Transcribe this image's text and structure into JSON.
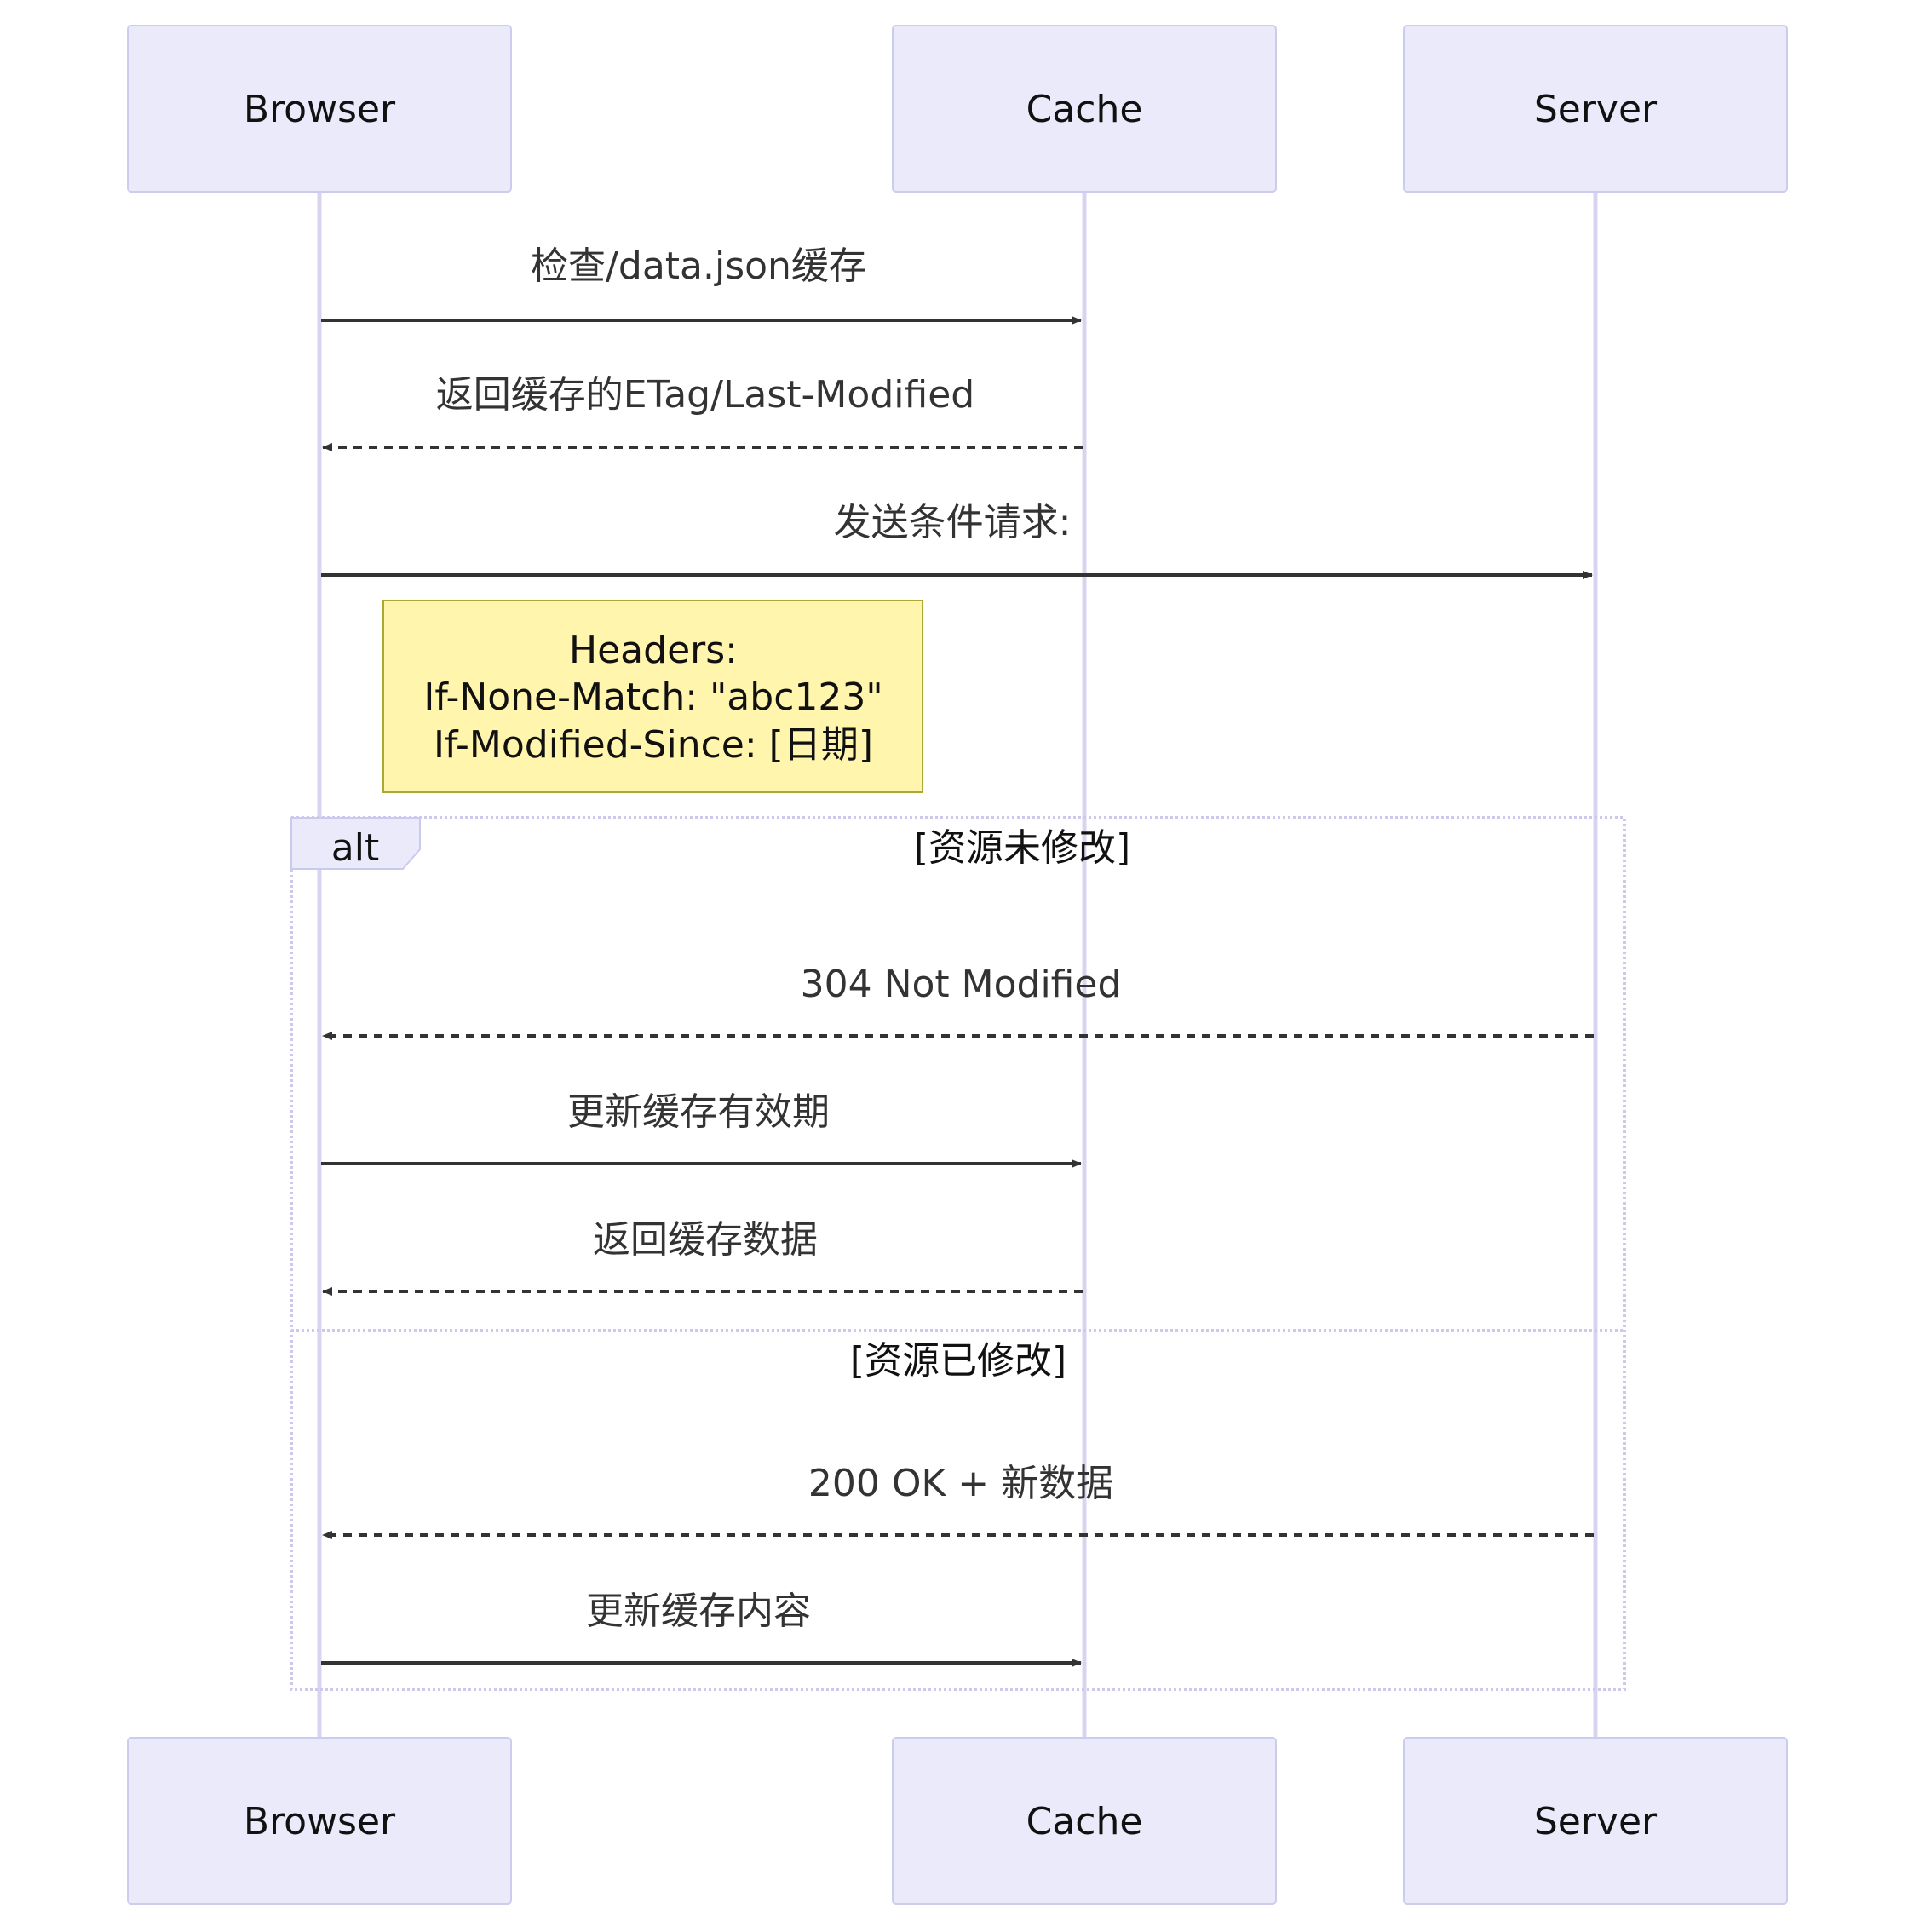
{
  "participants": {
    "browser": "Browser",
    "cache": "Cache",
    "server": "Server"
  },
  "messages": [
    {
      "from": "browser",
      "to": "cache",
      "text": "检查/data.json缓存",
      "style": "solid"
    },
    {
      "from": "cache",
      "to": "browser",
      "text": "返回缓存的ETag/Last-Modified",
      "style": "dashed"
    },
    {
      "from": "browser",
      "to": "server",
      "text": "发送条件请求:",
      "style": "solid"
    },
    {
      "from": "server",
      "to": "browser",
      "text": "304 Not Modified",
      "style": "dashed"
    },
    {
      "from": "browser",
      "to": "cache",
      "text": "更新缓存有效期",
      "style": "solid"
    },
    {
      "from": "cache",
      "to": "browser",
      "text": "返回缓存数据",
      "style": "dashed"
    },
    {
      "from": "server",
      "to": "browser",
      "text": "200 OK + 新数据",
      "style": "dashed"
    },
    {
      "from": "browser",
      "to": "cache",
      "text": "更新缓存内容",
      "style": "solid"
    }
  ],
  "note": {
    "lines": [
      "Headers:",
      "If-None-Match: \"abc123\"",
      "If-Modified-Since: [日期]"
    ]
  },
  "alt_frame": {
    "keyword": "alt",
    "condition_1": "[资源未修改]",
    "condition_2": "[资源已修改]"
  },
  "colors": {
    "actor_fill": "#eaeafb",
    "actor_border": "#ccccee",
    "lifeline": "#d8d4ef",
    "arrow": "#333333",
    "note_fill": "#fff5ad",
    "note_border": "#aaaa33",
    "frame_border": "#ccc9ef"
  }
}
